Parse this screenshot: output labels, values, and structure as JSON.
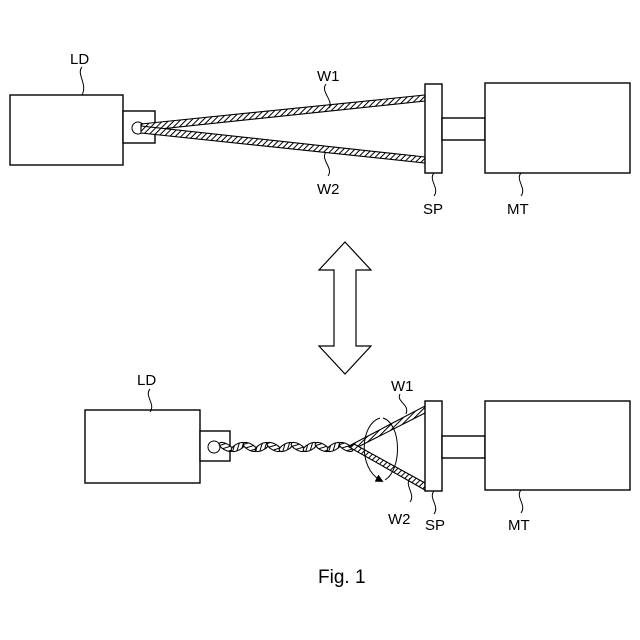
{
  "labels": {
    "laser_device": "LD",
    "wire_1": "W1",
    "wire_2": "W2",
    "spindle": "SP",
    "motor": "MT"
  },
  "caption": "Fig. 1"
}
